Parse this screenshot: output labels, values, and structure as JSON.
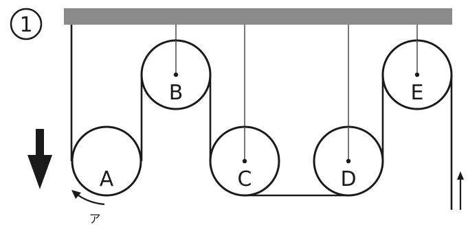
{
  "figure": {
    "number": "1",
    "annotation": "ア"
  },
  "pulleys": {
    "a": "A",
    "b": "B",
    "c": "C",
    "d": "D",
    "e": "E"
  }
}
